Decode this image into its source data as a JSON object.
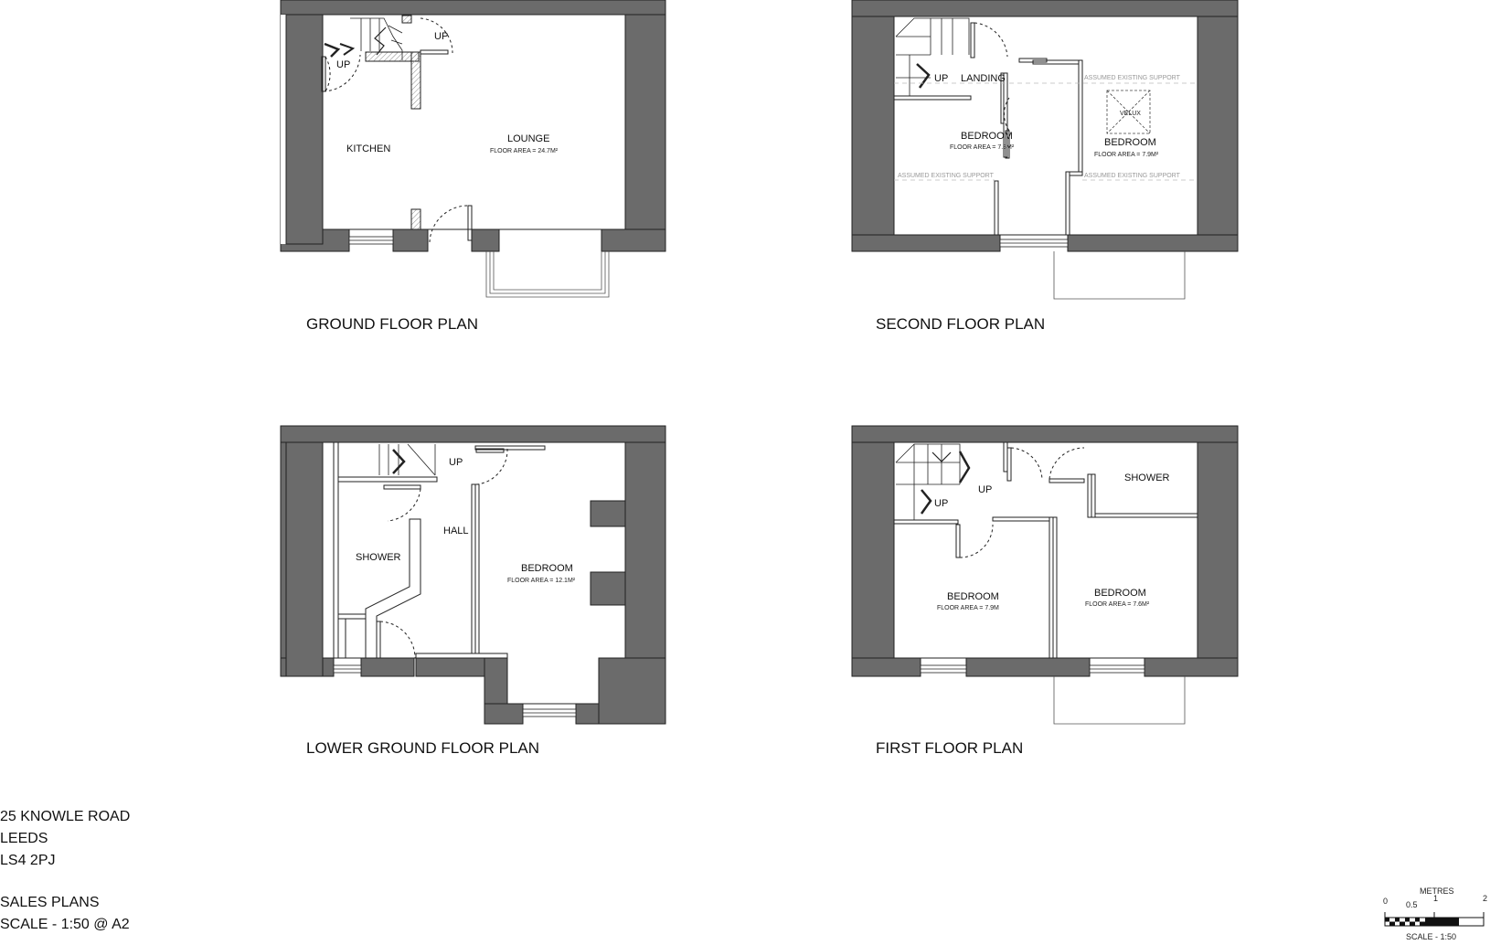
{
  "plans": {
    "ground": {
      "title": "GROUND FLOOR PLAN",
      "kitchen": "KITCHEN",
      "lounge": "LOUNGE",
      "lounge_area": "FLOOR AREA = 24.7M²",
      "up1": "UP",
      "up2": "UP"
    },
    "second": {
      "title": "SECOND FLOOR PLAN",
      "up": "UP",
      "landing": "LANDING",
      "bedroom_a": "BEDROOM",
      "bedroom_a_area": "FLOOR AREA = 7.8M²",
      "bedroom_b": "BEDROOM",
      "bedroom_b_area": "FLOOR AREA = 7.9M²",
      "velux": "VELUX",
      "support_top": "ASSUMED EXISTING SUPPORT",
      "support_left": "ASSUMED EXISTING SUPPORT",
      "support_right": "ASSUMED EXISTING SUPPORT"
    },
    "lower": {
      "title": "LOWER GROUND FLOOR PLAN",
      "up": "UP",
      "hall": "HALL",
      "shower": "SHOWER",
      "bedroom": "BEDROOM",
      "bedroom_area": "FLOOR AREA = 12.1M²"
    },
    "first": {
      "title": "FIRST FLOOR PLAN",
      "up1": "UP",
      "up2": "UP",
      "shower": "SHOWER",
      "bedroom_a": "BEDROOM",
      "bedroom_a_area": "FLOOR AREA = 7.9M",
      "bedroom_b": "BEDROOM",
      "bedroom_b_area": "FLOOR AREA = 7.6M²"
    }
  },
  "address": {
    "line1": "25 KNOWLE ROAD",
    "line2": "LEEDS",
    "line3": "LS4 2PJ"
  },
  "sheet_info": {
    "line1": "SALES PLANS",
    "line2": "SCALE - 1:50 @ A2"
  },
  "scale_bar": {
    "unit": "METRES",
    "tick_0": "0",
    "tick_05": "0.5",
    "tick_1": "1",
    "tick_2": "2",
    "caption": "SCALE - 1:50"
  },
  "colors": {
    "wall": "#6b6b6b",
    "line": "#222222",
    "hatch": "#8a8a8a"
  }
}
